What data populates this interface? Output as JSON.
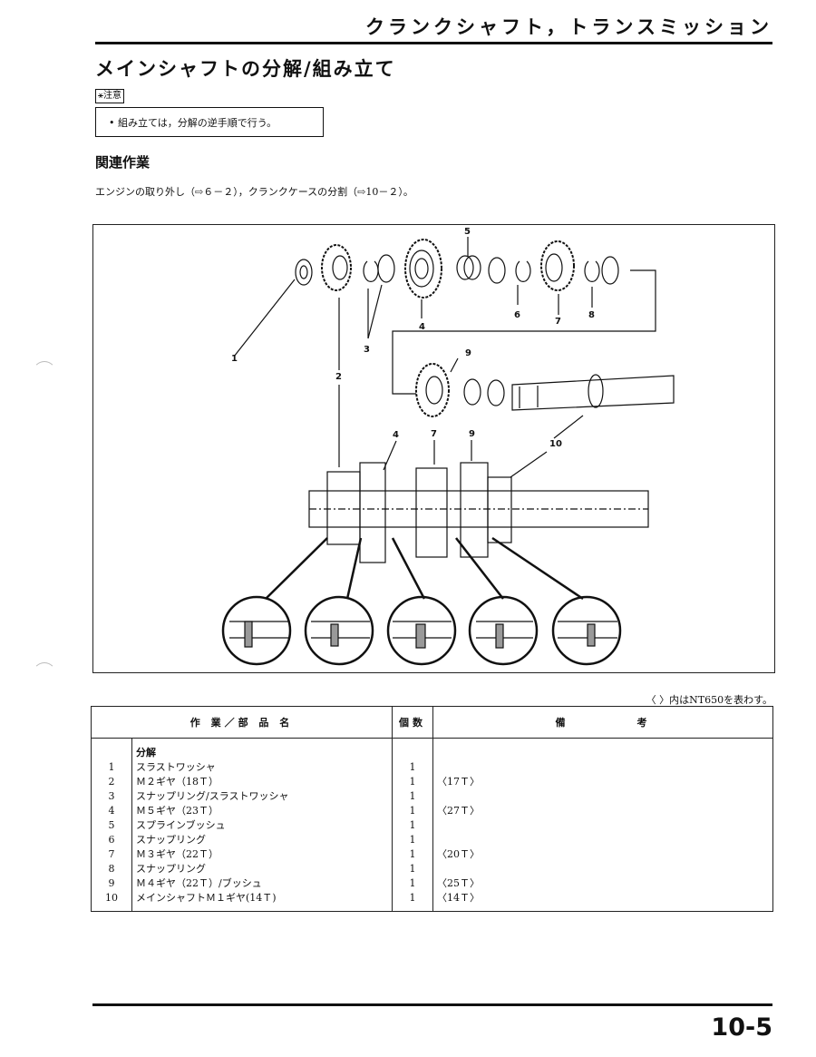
{
  "header": {
    "title": "クランクシャフト，トランスミッション"
  },
  "section": {
    "title": "メインシャフトの分解/組み立て"
  },
  "caution": {
    "tag": "⚹注意",
    "text": "• 組み立ては，分解の逆手順で行う。"
  },
  "related": {
    "heading": "関連作業",
    "text": "エンジンの取り外し（⇨６－２），クランクケースの分割（⇨10－２）。"
  },
  "diagram": {
    "callouts": [
      "1",
      "2",
      "3",
      "4",
      "5",
      "6",
      "7",
      "8",
      "9",
      "10",
      "4",
      "7",
      "9"
    ]
  },
  "note": "〈 〉内はNT650を表わす。",
  "table": {
    "headers": {
      "part": "作 業／部 品 名",
      "count": "個数",
      "remarks": "備　　　　　考"
    },
    "group_label": "分解",
    "rows": [
      {
        "no": "1",
        "name": "スラストワッシャ",
        "count": "1",
        "remark": ""
      },
      {
        "no": "2",
        "name": "Ｍ２ギヤ（18Ｔ）",
        "count": "1",
        "remark": "〈17Ｔ〉"
      },
      {
        "no": "3",
        "name": "スナップリング/スラストワッシャ",
        "count": "1",
        "remark": ""
      },
      {
        "no": "4",
        "name": "Ｍ５ギヤ（23Ｔ）",
        "count": "1",
        "remark": "〈27Ｔ〉"
      },
      {
        "no": "5",
        "name": "スプラインブッシュ",
        "count": "1",
        "remark": ""
      },
      {
        "no": "6",
        "name": "スナップリング",
        "count": "1",
        "remark": ""
      },
      {
        "no": "7",
        "name": "Ｍ３ギヤ（22Ｔ）",
        "count": "1",
        "remark": "〈20Ｔ〉"
      },
      {
        "no": "8",
        "name": "スナップリング",
        "count": "1",
        "remark": ""
      },
      {
        "no": "9",
        "name": "Ｍ４ギヤ（22Ｔ）/ブッシュ",
        "count": "1",
        "remark": "〈25Ｔ〉"
      },
      {
        "no": "10",
        "name": "メインシャフトＭ１ギヤ(14Ｔ)",
        "count": "1",
        "remark": "〈14Ｔ〉"
      }
    ]
  },
  "page_number": "10-5"
}
